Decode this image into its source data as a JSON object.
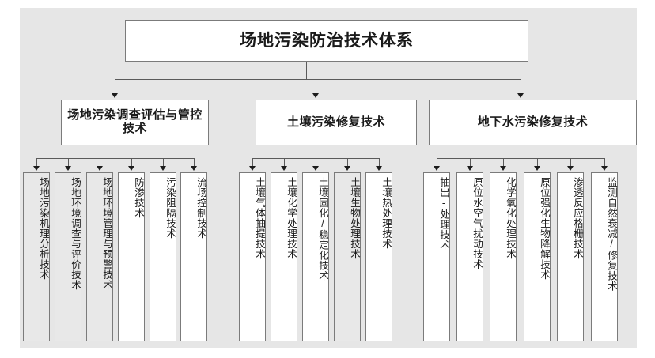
{
  "diagram": {
    "title": "场地污染防治技术体系",
    "background_color": "#e6e6e6",
    "box_border_color": "#7b7b7b",
    "shaded_fill": "#e8e8e8",
    "white_fill": "#ffffff",
    "categories": [
      {
        "label": "场地污染调查评估与管控技术",
        "leaves": [
          {
            "label": "场地污染机理分析技术",
            "shaded": true
          },
          {
            "label": "场地环境调查与评价技术",
            "shaded": true
          },
          {
            "label": "场地环境管理与预警技术",
            "shaded": true
          },
          {
            "label": "防渗技术",
            "shaded": false
          },
          {
            "label": "污染阻隔技术",
            "shaded": false
          },
          {
            "label": "流场控制技术",
            "shaded": false
          }
        ]
      },
      {
        "label": "土壤污染修复技术",
        "leaves": [
          {
            "label": "土壤气体抽提技术",
            "shaded": false
          },
          {
            "label": "土壤化学处理技术",
            "shaded": false
          },
          {
            "label": "土壤固化/稳定化技术",
            "shaded": false
          },
          {
            "label": "土壤生物处理技术",
            "shaded": true
          },
          {
            "label": "土壤热处理技术",
            "shaded": false
          }
        ]
      },
      {
        "label": "地下水污染修复技术",
        "leaves": [
          {
            "label": "抽出-处理技术",
            "shaded": false
          },
          {
            "label": "原位水空气扰动技术",
            "shaded": false
          },
          {
            "label": "化学氧化处理技术",
            "shaded": false
          },
          {
            "label": "原位强化生物降解技术",
            "shaded": false
          },
          {
            "label": "渗透反应格栅技术",
            "shaded": false
          },
          {
            "label": "监测自然衰减/修复技术",
            "shaded": false
          }
        ]
      }
    ]
  }
}
